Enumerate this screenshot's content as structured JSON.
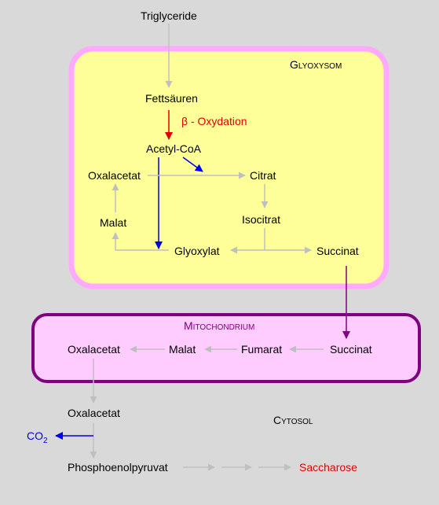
{
  "labels": {
    "triglyceride": "Triglyceride",
    "glyoxysom": "Glyoxysom",
    "fettsaeuren": "Fettsäuren",
    "beta_oxidation": "β - Oxydation",
    "acetyl_coa": "Acetyl-CoA",
    "oxalacetat_g": "Oxalacetat",
    "citrat": "Citrat",
    "malat_g": "Malat",
    "isocitrat": "Isocitrat",
    "glyoxylat": "Glyoxylat",
    "succinat_g": "Succinat",
    "mitochondrium": "Mitochondrium",
    "oxalacetat_m": "Oxalacetat",
    "malat_m": "Malat",
    "fumarat": "Fumarat",
    "succinat_m": "Succinat",
    "oxalacetat_c": "Oxalacetat",
    "cytosol": "Cytosol",
    "co2": "CO",
    "co2_sub": "2",
    "pep": "Phosphoenolpyruvat",
    "saccharose": "Saccharose"
  },
  "colors": {
    "background": "#d9d9d9",
    "glyoxysom_fill": "#ffff99",
    "glyoxysom_border": "#ffaaff",
    "mito_fill": "#ffccff",
    "mito_border": "#800080",
    "arrow_gray": "#bfbfbf",
    "arrow_red": "#e60000",
    "arrow_blue": "#0000e6",
    "arrow_purple": "#800080"
  }
}
